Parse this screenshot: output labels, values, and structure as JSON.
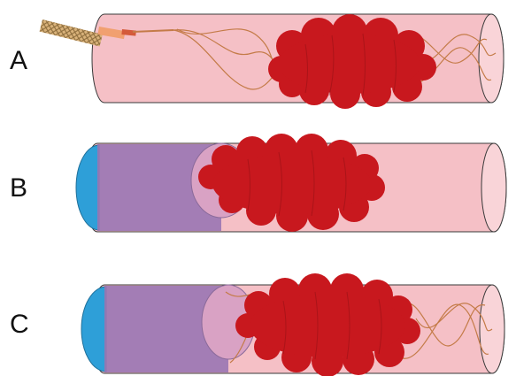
{
  "panels": {
    "a": {
      "label": "A"
    },
    "b": {
      "label": "B"
    },
    "c": {
      "label": "C"
    }
  },
  "colors": {
    "vessel_fill": "#f5c0c6",
    "vessel_edge": "#3a3a3a",
    "clot": "#c8181e",
    "clot_dark": "#8e0f14",
    "stent_wire": "#c47b48",
    "catheter": "#d9b27a",
    "balloon_blue": "#2e9fd8",
    "aspiration_purple": "#9a76b2"
  }
}
